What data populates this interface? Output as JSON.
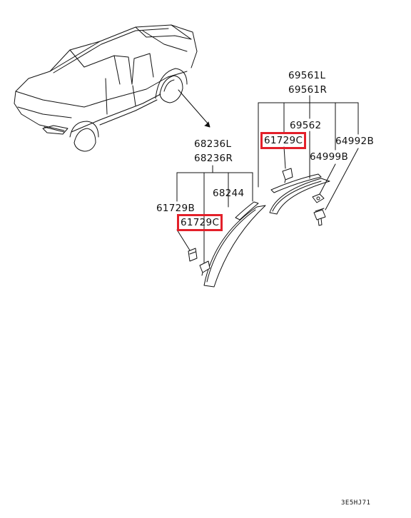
{
  "diagram": {
    "parts": {
      "p69561L": "69561L",
      "p69561R": "69561R",
      "p69562": "69562",
      "p61729C_upper": "61729C",
      "p64992B": "64992B",
      "p64999B": "64999B",
      "p68236L": "68236L",
      "p68236R": "68236R",
      "p68244": "68244",
      "p61729B": "61729B",
      "p61729C_lower": "61729C"
    },
    "highlighted_parts": [
      "61729C"
    ],
    "highlight_color": "#e3202a",
    "reference_code": "3E5HJ71"
  }
}
